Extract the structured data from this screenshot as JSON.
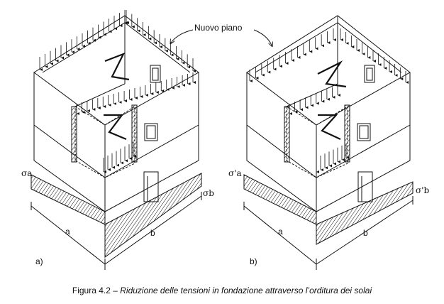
{
  "callout": {
    "text": "Nuovo piano"
  },
  "caption": {
    "prefix": "Figura 4.2 – ",
    "title": "Riduzione delle tensioni in fondazione attraverso l’orditura dei solai"
  },
  "panels": [
    {
      "id": "a",
      "tag": "a)",
      "dim_a": "a",
      "dim_b": "b",
      "sigma_a": "σa",
      "sigma_b": "σb"
    },
    {
      "id": "b",
      "tag": "b)",
      "dim_a": "a",
      "dim_b": "b",
      "sigma_a": "σ'a",
      "sigma_b": "σ'b"
    }
  ],
  "colors": {
    "ink": "#111111",
    "background": "#ffffff"
  }
}
